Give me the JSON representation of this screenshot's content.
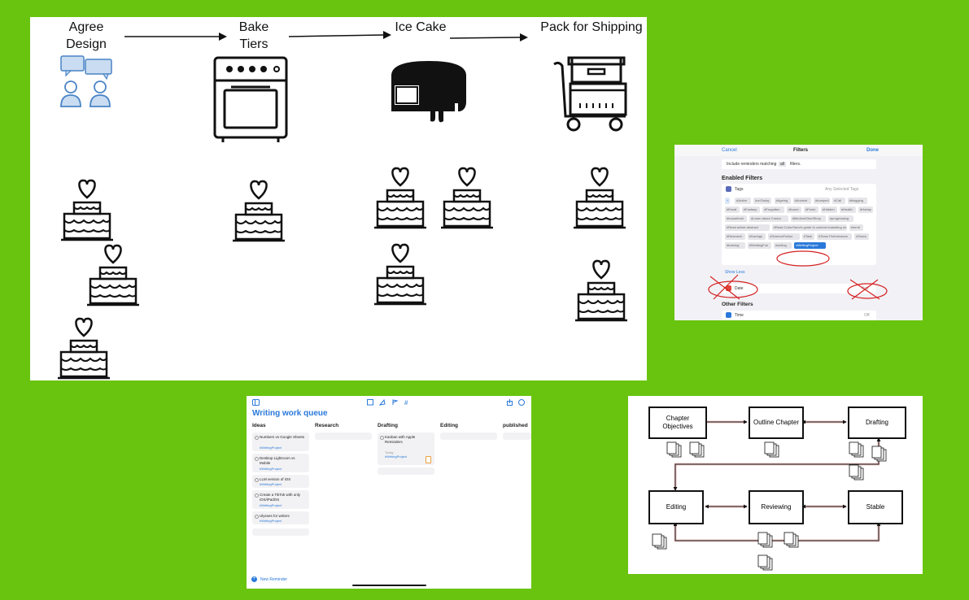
{
  "kanban": {
    "stages": [
      {
        "label": "Agree\nDesign"
      },
      {
        "label": "Bake\nTiers"
      },
      {
        "label": "Ice Cake"
      },
      {
        "label": "Pack for Shipping"
      }
    ]
  },
  "filters": {
    "cancel": "Cancel",
    "title": "Filters",
    "done": "Done",
    "include_text": "Include reminders matching",
    "include_value": "all",
    "include_suffix": "filters.",
    "enabled_heading": "Enabled Filters",
    "tags_label": "Tags",
    "tags_value": "Any Selected Tags",
    "tags": [
      "#Active",
      "#onToday",
      "#Ageing",
      "#Ancient",
      "#bumped",
      "#Call",
      "#blogging",
      "#Email",
      "#Fantasy",
      "#Forgotten",
      "#found",
      "#Fresh",
      "#Hidden",
      "#Health",
      "#Hobby",
      "#household",
      "#Learn about Costco",
      "#MediumShortStory",
      "#progressing",
      "#Read article abstract",
      "#Read Cuba Rand's guide to content marketing on the web",
      "#remit",
      "#Research",
      "#Savings",
      "#ScienceFiction",
      "#Task",
      "#Team Performance",
      "#Taxes",
      "#training",
      "#WeldingFun",
      "#writing",
      "#WritingProject"
    ],
    "selected_tag": "#WritingProject",
    "show_less": "Show Less",
    "date_label": "Date",
    "date_value": "Any",
    "other_heading": "Other Filters",
    "time_label": "Time",
    "time_value": "Off"
  },
  "queue": {
    "title": "Writing work queue",
    "columns": [
      "Ideas",
      "Research",
      "Drafting",
      "Editing",
      "published"
    ],
    "ideas": [
      {
        "title": "Numbers vs Google Sheets",
        "tag": "#WritingProject"
      },
      {
        "title": "Desktop Lightroom vs Mobile",
        "tag": "#WritingProject"
      },
      {
        "title": "LLM version of iOS",
        "tag": "#WritingProject"
      },
      {
        "title": "Create a TikTok with only iOS/iPadOS",
        "tag": "#WritingProject"
      },
      {
        "title": "Ulysses for writers",
        "tag": "#WritingProject"
      }
    ],
    "drafting": [
      {
        "title": "Kanban with Apple Reminders",
        "date": "Today",
        "tag": "#WritingProject"
      }
    ],
    "new_reminder": "New Reminder"
  },
  "process": {
    "nodes": [
      "Chapter Objectives",
      "Outline Chapter",
      "Drafting",
      "Editing",
      "Reviewing",
      "Stable"
    ]
  }
}
